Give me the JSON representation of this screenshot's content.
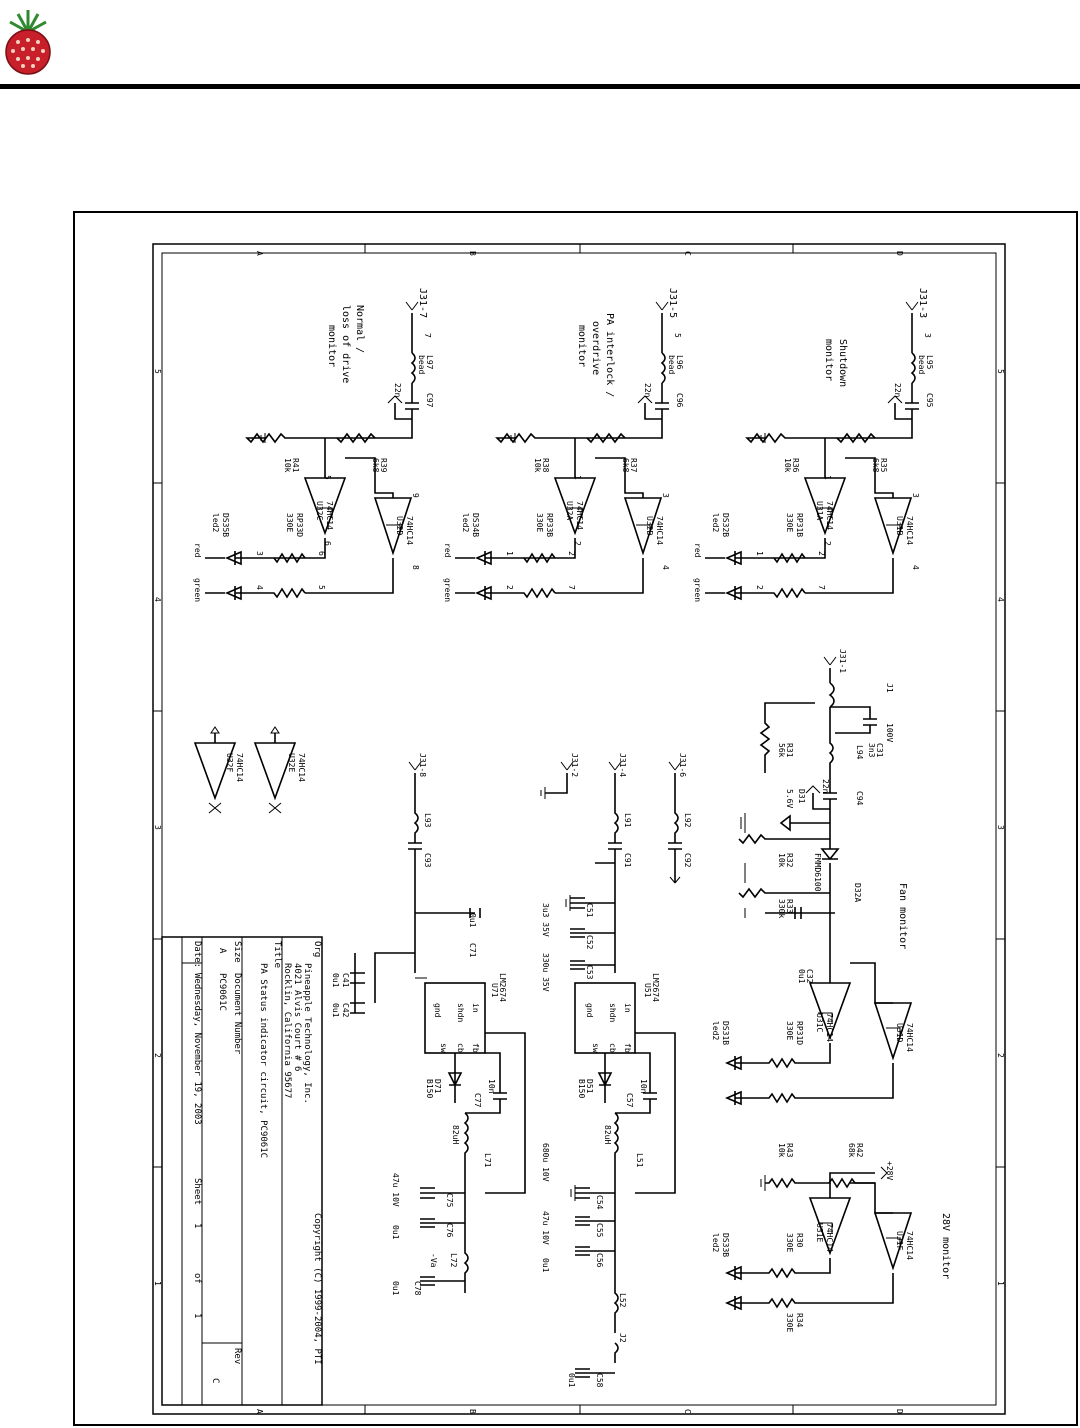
{
  "header": {
    "logo_icon": "pineapple-logo-icon",
    "logo_colors": {
      "fruit": "#c8202a",
      "crown": "#2f8a2f"
    }
  },
  "schematic": {
    "border_letters": [
      "A",
      "B",
      "C",
      "D"
    ],
    "border_numbers": [
      "5",
      "4",
      "3",
      "2",
      "1"
    ],
    "channels": [
      {
        "connector": "J31-7",
        "pin": "7",
        "bead": "L97",
        "bead_label": "bead",
        "cap": "C97",
        "cap_value": "22n",
        "r_series": "R39",
        "r_series_value": "6k8",
        "r_pulldown": "R41",
        "r_pulldown_value": "10k",
        "gate_a": "U32C",
        "gate_a_pins": [
          "5",
          "6"
        ],
        "gate_b": "U32D",
        "gate_b_pins": [
          "9",
          "8"
        ],
        "rp_a": "RP33D",
        "rp_a_pins": [
          "6",
          "3"
        ],
        "rp_b_pins": [
          "5",
          "4"
        ],
        "rp_value": "330E",
        "led": "DS35B",
        "led_type": "led2",
        "led_red": "red",
        "led_green": "green",
        "caption": [
          "Normal /",
          "loss of drive",
          "monitor"
        ]
      },
      {
        "connector": "J31-5",
        "pin": "5",
        "bead": "L96",
        "bead_label": "bead",
        "cap": "C96",
        "cap_value": "22n",
        "r_series": "R37",
        "r_series_value": "6k8",
        "r_pulldown": "R38",
        "r_pulldown_value": "10k",
        "gate_a": "U32A",
        "gate_a_pins": [
          "1",
          "2"
        ],
        "gate_b": "U32B",
        "gate_b_pins": [
          "3",
          "4"
        ],
        "rp_a": "RP33B",
        "rp_a_pins": [
          "2",
          "1"
        ],
        "rp_b_pins": [
          "7",
          "2"
        ],
        "rp_value": "330E",
        "led": "DS34B",
        "led_type": "led2",
        "led_red": "red",
        "led_green": "green",
        "caption": [
          "PA interlock /",
          "overdrive",
          "monitor"
        ]
      },
      {
        "connector": "J31-3",
        "pin": "3",
        "bead": "L95",
        "bead_label": "bead",
        "cap": "C95",
        "cap_value": "22n",
        "r_series": "R35",
        "r_series_value": "6k8",
        "r_pulldown": "R36",
        "r_pulldown_value": "10k",
        "gate_a": "U31A",
        "gate_a_pins": [
          "1",
          "2"
        ],
        "gate_b": "U31B",
        "gate_b_pins": [
          "3",
          "4"
        ],
        "rp_a": "RP31B",
        "rp_a_pins": [
          "2",
          "1"
        ],
        "rp_b_pins": [
          "7",
          "2"
        ],
        "rp_value": "330E",
        "led": "DS32B",
        "led_type": "led2",
        "led_red": "red",
        "led_green": "green",
        "caption": [
          "Shutdown",
          "monitor"
        ]
      }
    ],
    "fan": {
      "connector": "J31-1",
      "j1": "J1",
      "r31": "R31",
      "r31_value": "56k",
      "c31": "C31",
      "c31_value": "3n3",
      "c31_rating": "100V",
      "l94": "L94",
      "c94": "C94",
      "c94_value": "22n",
      "d31": "D31",
      "d31_value": "5.6V",
      "r32": "R32",
      "r32_value": "10k",
      "d32": "D32A",
      "d32_value": "FMMD6100",
      "r33": "R33",
      "r33_value": "330k",
      "c32": "C32",
      "c32_value": "0u1",
      "gate_a": "U31C",
      "gate_b": "U31D",
      "rp": "RP31D",
      "rp_value": "330E",
      "led": "DS31B",
      "led_type": "led2",
      "caption": "Fan monitor"
    },
    "v28": {
      "supply": "+28V",
      "r42": "R42",
      "r42_value": "68k",
      "r43": "R43",
      "r43_value": "10k",
      "gate_a": "U31E",
      "gate_b": "U31F",
      "r30": "R30",
      "r34": "R34",
      "r_value": "330E",
      "led": "DS33B",
      "led_type": "led2",
      "caption": "28V monitor"
    },
    "spare": {
      "gate_a": "U32E",
      "gate_b": "U32F",
      "part": "74HC14"
    },
    "power": {
      "connectors": [
        "J31-2",
        "J31-4",
        "J31-6",
        "J31-8"
      ],
      "beads": [
        "L91",
        "L92",
        "L93"
      ],
      "caps": [
        "C91",
        "C92",
        "C93"
      ],
      "u51": "U51",
      "u71": "U71",
      "regulator": "LM2674",
      "pins": [
        "in",
        "shdn",
        "gnd",
        "fb",
        "cb",
        "sw"
      ],
      "c51": "C51",
      "c51_value": "3u3 35V",
      "c52": "C52",
      "c53": "C53",
      "c53_value": "330u 35V",
      "c71": "C71",
      "c41": "C41",
      "c42": "C42",
      "cap_0u1": "0u1",
      "d51": "D51",
      "d71": "D71",
      "diode": "B150",
      "c57": "C57",
      "c77": "C77",
      "c_boot": "10n",
      "l51": "L51",
      "l71": "L71",
      "inductor": "82uH",
      "c54": "C54",
      "c54_value": "680u 10V",
      "c55": "C55",
      "c55_value": "47u 10V",
      "c56": "C56",
      "c58": "C58",
      "c75": "C75",
      "c75_value": "47u 10V",
      "c76": "C76",
      "c78": "C78",
      "l52": "L52",
      "l72": "L72",
      "j2": "J2",
      "neg": "-Va"
    },
    "titleblock": {
      "copyright": "Copyright (C) 1999-2004, PTI",
      "org_label": "Org",
      "org_lines": [
        "Pineapple Technology, Inc.",
        "4021 Alvis Court # 6",
        "Rocklin, California 95677"
      ],
      "title_label": "Title",
      "title": "PA Status indicator circuit, PC9061C",
      "size_label": "Size",
      "size": "A",
      "docnum_label": "Document Number",
      "docnum": "PC9061C",
      "rev_label": "Rev",
      "rev": "C",
      "date_label": "Date:",
      "date": "Wednesday, November 19, 2003",
      "sheet_label": "Sheet",
      "sheet": "1",
      "of_label": "of",
      "sheets": "1"
    }
  }
}
